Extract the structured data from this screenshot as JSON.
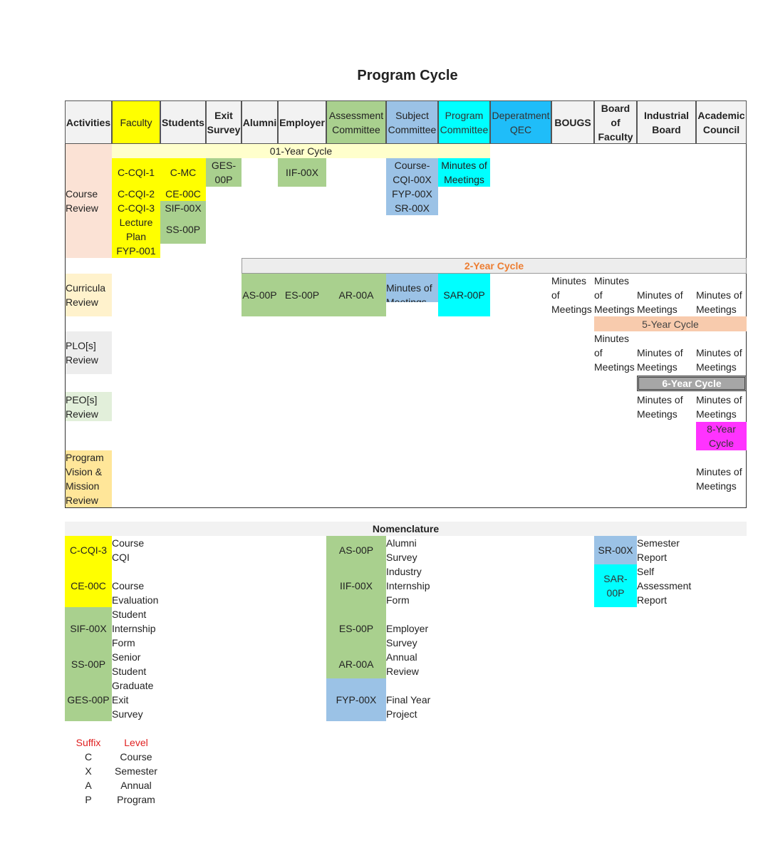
{
  "title": "Program Cycle",
  "headers": [
    "Activities",
    "Faculty",
    "Students",
    "Exit Survey",
    "Alumni",
    "Employer",
    "Assessment Committee",
    "Subject Committee",
    "Program Committee",
    "Deperatment QEC",
    "BOUGS",
    "Board of Faculty",
    "Industrial Board",
    "Academic Council"
  ],
  "cycles": {
    "one_year": "01-Year Cycle",
    "two_year": "2-Year Cycle",
    "five_year": "5-Year Cycle",
    "six_year": "6-Year Cycle",
    "eight_year": "8-Year Cycle"
  },
  "activities": {
    "course_review": "Course Review",
    "curricula_review": "Curricula Review",
    "plo_review": "PLO[s] Review",
    "peo_review": "PEO[s] Review",
    "vision_review": "Program Vision & Mission Review"
  },
  "course_review": {
    "faculty": [
      "C-CQI-1",
      "C-CQI-2",
      "C-CQI-3",
      "Lecture Plan",
      "FYP-001"
    ],
    "students": [
      "C-MC",
      "CE-00C",
      "SIF-00X",
      "SS-00P"
    ],
    "exit_survey": "GES-00P",
    "employer": "IIF-00X",
    "subject_committee": [
      "Course-CQI-00X",
      "FYP-00X",
      "SR-00X"
    ],
    "program_committee": "Minutes of Meetings"
  },
  "curricula_review": {
    "alumni": "AS-00P",
    "employer": "ES-00P",
    "assessment": "AR-00A",
    "subject_committee": "Minutes of Meetings",
    "program_committee": "SAR-00P",
    "bougs": "Minutes of Meetings",
    "board_of_faculty": "Minutes of Meetings",
    "industrial_board": "Minutes of Meetings",
    "academic_council": "Minutes of Meetings"
  },
  "plo_review": {
    "board_of_faculty": "Minutes of Meetings",
    "industrial_board": "Minutes of Meetings",
    "academic_council": "Minutes of Meetings"
  },
  "peo_review": {
    "industrial_board": "Minutes of Meetings",
    "academic_council": "Minutes of Meetings"
  },
  "vision_review": {
    "academic_council": "Minutes of Meetings"
  },
  "nomenclature": {
    "title": "Nomenclature",
    "col1": [
      {
        "code": "C-CQI-3",
        "desc": "Course CQI"
      },
      {
        "code": "CE-00C",
        "desc": "Course Evaluation"
      },
      {
        "code": "SIF-00X",
        "desc": "Student Internship Form"
      },
      {
        "code": "SS-00P",
        "desc": "Senior Student"
      },
      {
        "code": "GES-00P",
        "desc": "Graduate Exit Survey"
      }
    ],
    "col2": [
      {
        "code": "AS-00P",
        "desc": "Alumni Survey"
      },
      {
        "code": "IIF-00X",
        "desc": "Industry Internship Form"
      },
      {
        "code": "ES-00P",
        "desc": "Employer Survey"
      },
      {
        "code": "AR-00A",
        "desc": "Annual Review"
      },
      {
        "code": "FYP-00X",
        "desc": "Final Year Project"
      }
    ],
    "col3": [
      {
        "code": "SR-00X",
        "desc": "Semester Report"
      },
      {
        "code": "SAR-00P",
        "desc": "Self Assessment Report"
      }
    ]
  },
  "suffix_table": {
    "suffix_header": "Suffix",
    "level_header": "Level",
    "rows": [
      {
        "suffix": "C",
        "level": "Course"
      },
      {
        "suffix": "X",
        "level": "Semester"
      },
      {
        "suffix": "A",
        "level": "Annual"
      },
      {
        "suffix": "P",
        "level": "Program"
      }
    ]
  },
  "colors": {
    "faculty": "#ffff00",
    "green": "#a9d08e",
    "blue": "#9bc2e6",
    "cyan": "#00ffff",
    "qec": "#1fbdf9",
    "magenta": "#ff33ff",
    "cycle_orange_text": "#ed7d31"
  }
}
